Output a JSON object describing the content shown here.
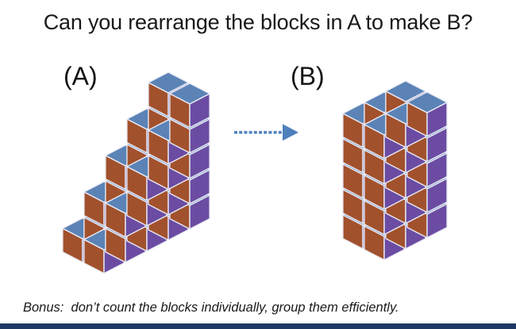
{
  "title": "Can you rearrange the blocks in A to make B?",
  "figures": {
    "a": {
      "label": "(A)",
      "structure": "staircase",
      "column_heights": [
        1,
        2,
        3,
        4,
        5
      ],
      "depth": 2,
      "block_count": 30
    },
    "b": {
      "label": "(B)",
      "structure": "cuboid",
      "width": 3,
      "depth": 2,
      "height": 5,
      "block_count": 30
    }
  },
  "arrow": {
    "direction": "right"
  },
  "bonus_text": "Bonus:  don’t count the blocks individually, group them efficiently.",
  "colors": {
    "cube_top": "#5b83b6",
    "cube_left": "#a2512d",
    "cube_right": "#6b4ca2",
    "cube_outline": "#e9ebf5",
    "arrow": "#4e80bd",
    "title_text": "#191919",
    "bonus_text": "#1a1a1a",
    "footer_bar": "#1f3864",
    "background": "#ffffff"
  }
}
